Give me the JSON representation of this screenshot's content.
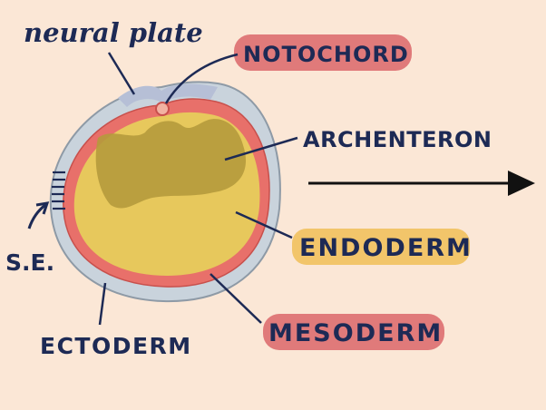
{
  "labels": {
    "neural_plate": "neural plate",
    "notochord": "NOTOCHORD",
    "archenteron": "ARCHENTERON",
    "endoderm": "ENDODERM",
    "mesoderm": "MESODERM",
    "ectoderm": "ECTODERM",
    "se": "S.E."
  },
  "colors": {
    "background": "#fbe7d6",
    "ectoderm": "#c9d3dc",
    "mesoderm": "#e8706a",
    "endoderm": "#e7c85c",
    "archenteron": "#b59a3c",
    "ink": "#1d2a55",
    "highlight_pink": "#e07a7a",
    "highlight_yellow": "#f2c56a"
  }
}
